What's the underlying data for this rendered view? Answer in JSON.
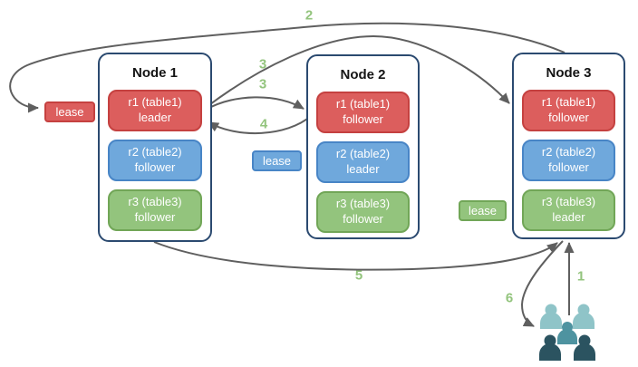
{
  "nodes": [
    {
      "title": "Node 1",
      "replicas": [
        {
          "label": "r1 (table1)",
          "role": "leader",
          "color": "#dc5e5d"
        },
        {
          "label": "r2 (table2)",
          "role": "follower",
          "color": "#6fa8dc"
        },
        {
          "label": "r3 (table3)",
          "role": "follower",
          "color": "#93c47d"
        }
      ]
    },
    {
      "title": "Node 2",
      "replicas": [
        {
          "label": "r1 (table1)",
          "role": "follower",
          "color": "#dc5e5d"
        },
        {
          "label": "r2 (table2)",
          "role": "leader",
          "color": "#6fa8dc"
        },
        {
          "label": "r3 (table3)",
          "role": "follower",
          "color": "#93c47d"
        }
      ]
    },
    {
      "title": "Node 3",
      "replicas": [
        {
          "label": "r1 (table1)",
          "role": "follower",
          "color": "#dc5e5d"
        },
        {
          "label": "r2 (table2)",
          "role": "follower",
          "color": "#6fa8dc"
        },
        {
          "label": "r3 (table3)",
          "role": "leader",
          "color": "#93c47d"
        }
      ]
    }
  ],
  "leases": {
    "red": {
      "label": "lease",
      "color": "#dc5e5d"
    },
    "blue": {
      "label": "lease",
      "color": "#6fa8dc"
    },
    "green": {
      "label": "lease",
      "color": "#93c47d"
    }
  },
  "steps": {
    "s1": "1",
    "s2": "2",
    "s3a": "3",
    "s3b": "3",
    "s4": "4",
    "s5": "5",
    "s6": "6"
  },
  "arrows": [
    {
      "step": "1",
      "from": "clients",
      "to": "node-3-bottom"
    },
    {
      "step": "2",
      "from": "node-3-top",
      "to": "lease-red-beside-node-1"
    },
    {
      "step": "3",
      "from": "node-1-r1-leader",
      "to": "node-2-r1-follower"
    },
    {
      "step": "3",
      "from": "node-1-r1-leader",
      "to": "node-3-r1-follower"
    },
    {
      "step": "4",
      "from": "node-2-r1-follower",
      "to": "node-1-r1-leader"
    },
    {
      "step": "5",
      "from": "node-1-bottom",
      "to": "node-3-bottom"
    },
    {
      "step": "6",
      "from": "node-3-bottom",
      "to": "clients"
    }
  ],
  "icons": {
    "clients": "users-group-icon"
  },
  "colors": {
    "node_border": "#2b4a70",
    "replica_red": "#dc5e5d",
    "replica_red_border": "#c54140",
    "replica_blue": "#6fa8dc",
    "replica_blue_border": "#4885c6",
    "replica_green": "#93c47d",
    "replica_green_border": "#71a657",
    "arrow": "#5f5f5f",
    "step_label": "#93c47d",
    "users_light": "#8fc4c8",
    "users_mid": "#4e93a0",
    "users_dark": "#2b5360"
  }
}
